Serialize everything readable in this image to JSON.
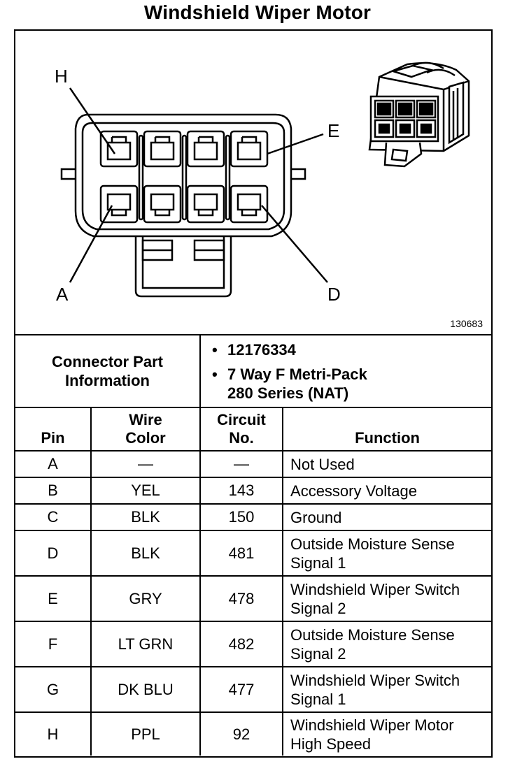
{
  "title": "Windshield Wiper Motor",
  "diagram": {
    "pin_labels": {
      "H": "H",
      "E": "E",
      "A": "A",
      "D": "D"
    },
    "figure_number": "130683"
  },
  "connector_info": {
    "label_line1": "Connector Part",
    "label_line2": "Information",
    "items": [
      "12176334",
      "7 Way F Metri-Pack",
      "280 Series (NAT)"
    ]
  },
  "table": {
    "headers": {
      "pin": "Pin",
      "wire_line1": "Wire",
      "wire_line2": "Color",
      "circuit_line1": "Circuit",
      "circuit_line2": "No.",
      "function": "Function"
    },
    "rows": [
      {
        "pin": "A",
        "wire": "—",
        "circuit": "—",
        "function_line1": "Not Used",
        "function_line2": ""
      },
      {
        "pin": "B",
        "wire": "YEL",
        "circuit": "143",
        "function_line1": "Accessory Voltage",
        "function_line2": ""
      },
      {
        "pin": "C",
        "wire": "BLK",
        "circuit": "150",
        "function_line1": "Ground",
        "function_line2": ""
      },
      {
        "pin": "D",
        "wire": "BLK",
        "circuit": "481",
        "function_line1": "Outside Moisture Sense",
        "function_line2": "Signal 1"
      },
      {
        "pin": "E",
        "wire": "GRY",
        "circuit": "478",
        "function_line1": "Windshield Wiper Switch",
        "function_line2": "Signal 2"
      },
      {
        "pin": "F",
        "wire": "LT GRN",
        "circuit": "482",
        "function_line1": "Outside Moisture Sense",
        "function_line2": "Signal 2"
      },
      {
        "pin": "G",
        "wire": "DK BLU",
        "circuit": "477",
        "function_line1": "Windshield Wiper Switch",
        "function_line2": "Signal 1"
      },
      {
        "pin": "H",
        "wire": "PPL",
        "circuit": "92",
        "function_line1": "Windshield Wiper Motor",
        "function_line2": "High Speed"
      }
    ]
  }
}
